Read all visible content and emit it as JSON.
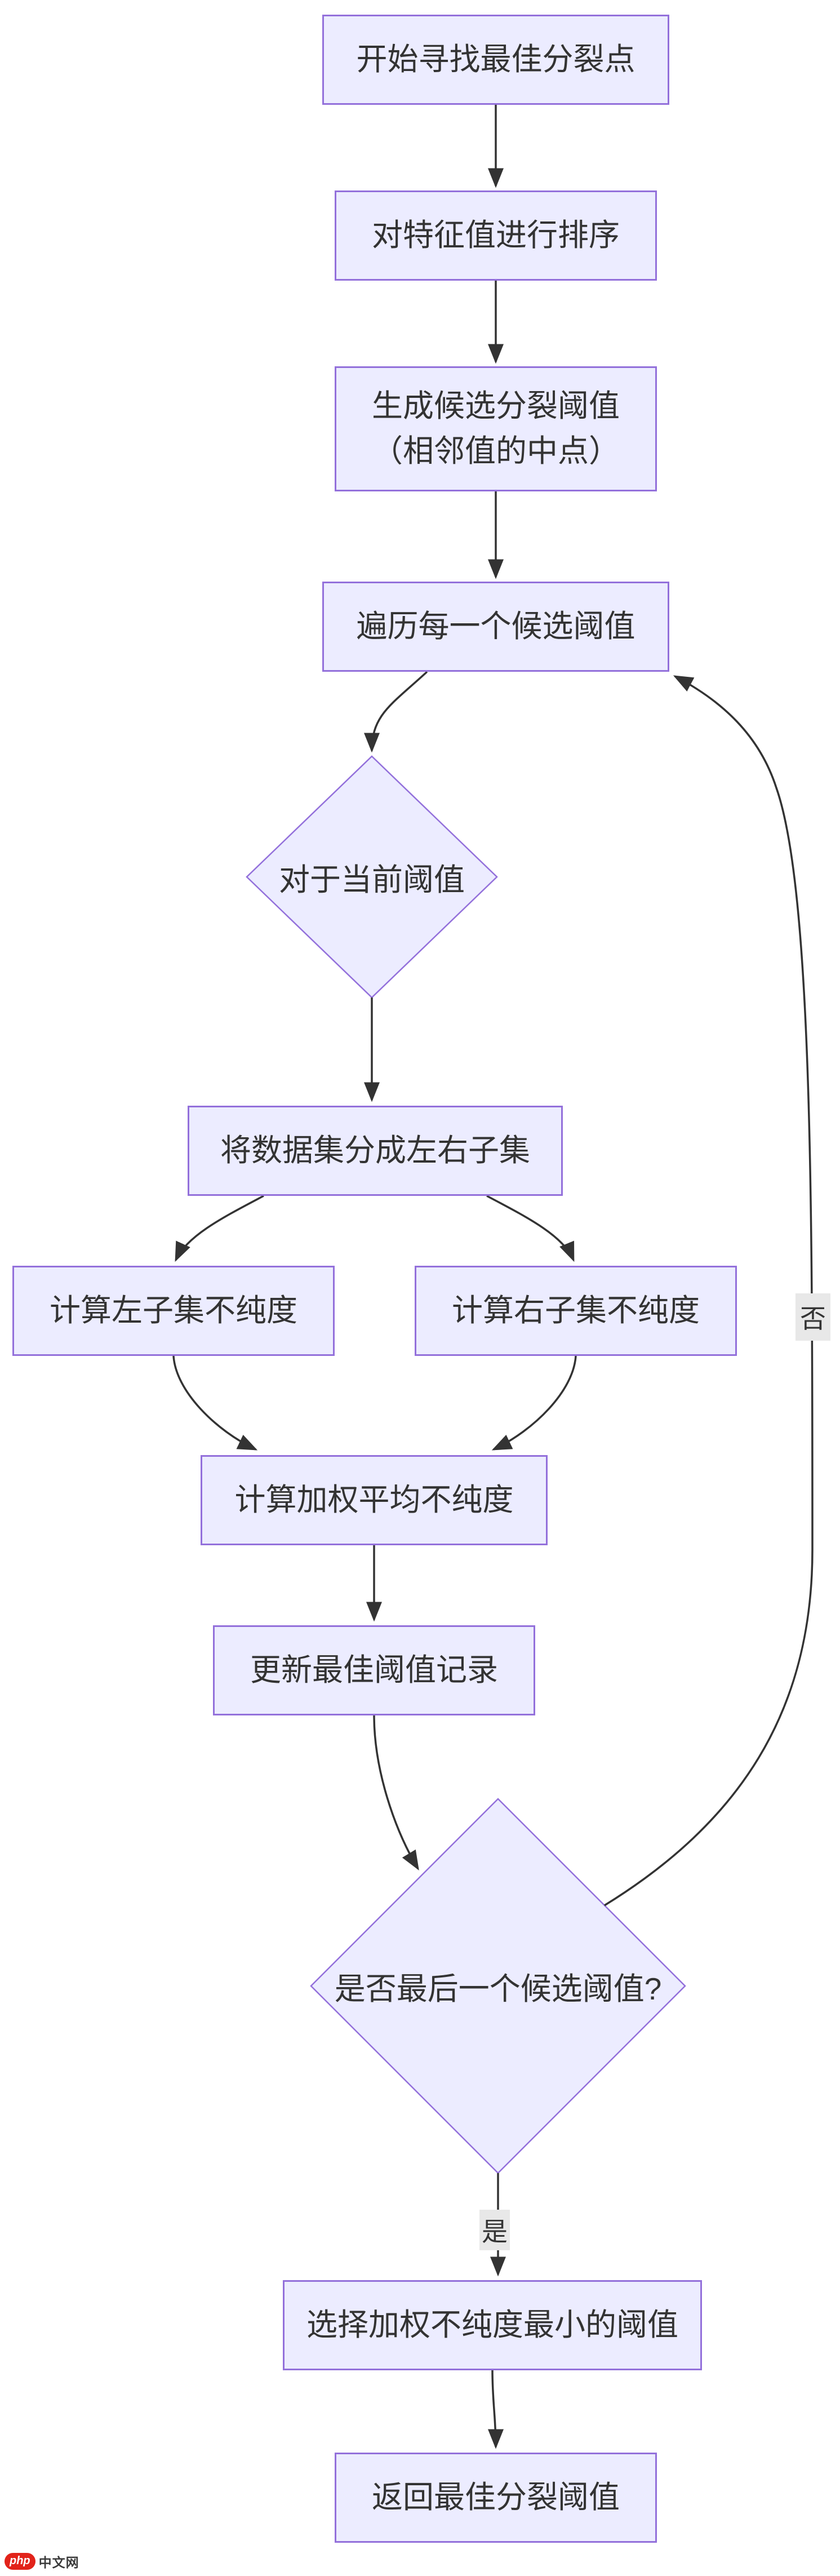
{
  "diagram": {
    "type": "flowchart",
    "nodes": {
      "start": {
        "label": "开始寻找最佳分裂点"
      },
      "sort": {
        "label": "对特征值进行排序"
      },
      "generate": {
        "label_line1": "生成候选分裂阈值",
        "label_line2": "（相邻值的中点）"
      },
      "iterate": {
        "label": "遍历每一个候选阈值"
      },
      "current": {
        "label": "对于当前阈值"
      },
      "split": {
        "label": "将数据集分成左右子集"
      },
      "left_impurity": {
        "label": "计算左子集不纯度"
      },
      "right_impurity": {
        "label": "计算右子集不纯度"
      },
      "weighted": {
        "label": "计算加权平均不纯度"
      },
      "update": {
        "label": "更新最佳阈值记录"
      },
      "is_last": {
        "label": "是否最后一个候选阈值?"
      },
      "select": {
        "label": "选择加权不纯度最小的阈值"
      },
      "return": {
        "label": "返回最佳分裂阈值"
      }
    },
    "edge_labels": {
      "no": "否",
      "yes": "是"
    },
    "colors": {
      "node_fill": "#ECECFF",
      "node_border": "#9370DB",
      "edge": "#333333",
      "label_bg": "#e8e8e8",
      "text": "#333333"
    }
  },
  "watermark": {
    "badge": "php",
    "site": "中文网",
    "badge_color": "#e2231a"
  }
}
